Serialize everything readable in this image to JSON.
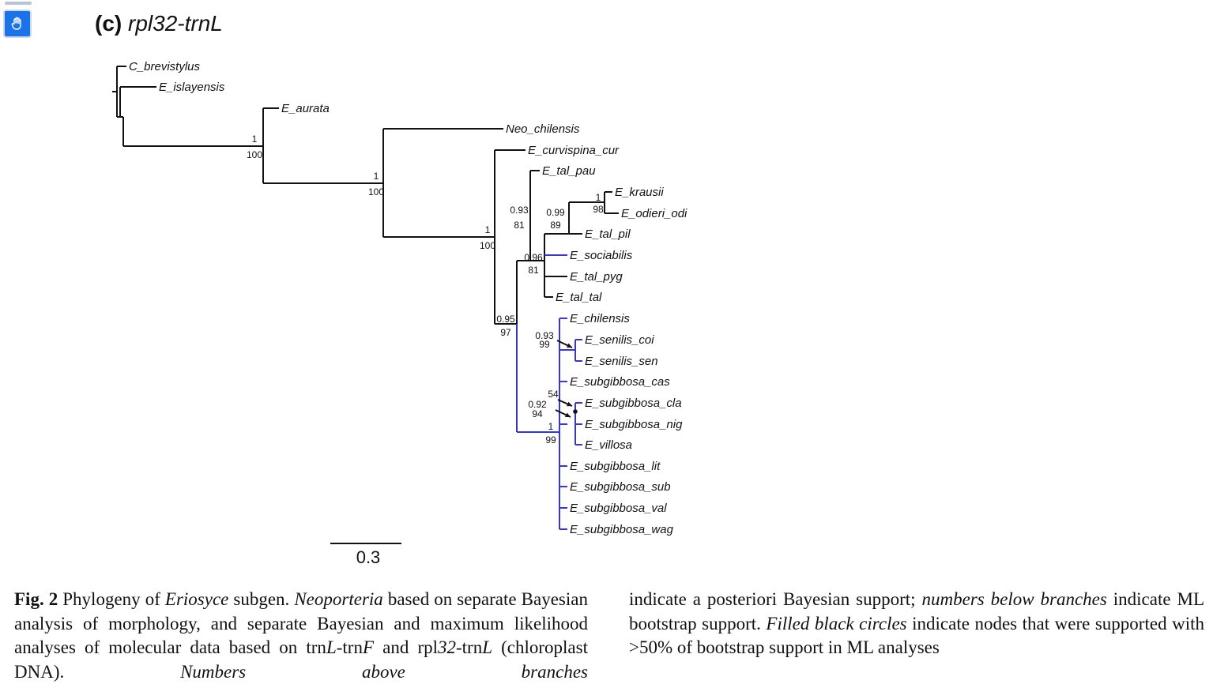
{
  "panel": {
    "label": "(c)",
    "marker": "rpl32-trnL"
  },
  "tree": {
    "taxa": [
      "C_brevistylus",
      "E_islayensis",
      "E_aurata",
      "Neo_chilensis",
      "E_curvispina_cur",
      "E_tal_pau",
      "E_krausii",
      "E_odieri_odi",
      "E_tal_pil",
      "E_sociabilis",
      "E_tal_pyg",
      "E_tal_tal",
      "E_chilensis",
      "E_senilis_coi",
      "E_senilis_sen",
      "E_subgibbosa_cas",
      "E_subgibbosa_cla",
      "E_subgibbosa_nig",
      "E_villosa",
      "E_subgibbosa_lit",
      "E_subgibbosa_sub",
      "E_subgibbosa_val",
      "E_subgibbosa_wag"
    ],
    "support": [
      {
        "above": "1",
        "below": "100"
      },
      {
        "above": "1",
        "below": "100"
      },
      {
        "above": "1",
        "below": "100"
      },
      {
        "above": "0.95",
        "below": "97"
      },
      {
        "above": "0.93",
        "below": "81"
      },
      {
        "above": "0.96",
        "below": "81"
      },
      {
        "above": "0.99",
        "below": "89"
      },
      {
        "above": "1",
        "below": "98"
      },
      {
        "above": "1",
        "below": "99"
      },
      {
        "above": "0.93",
        "below": "99"
      },
      {
        "above": "0.92",
        "below": "94"
      },
      {
        "above": "54",
        "below": ""
      }
    ],
    "scale_bar": "0.3",
    "colors": {
      "branch": "#111111",
      "highlight": "#3535d8"
    }
  },
  "caption": {
    "fig_label": "Fig. 2",
    "segments": [
      {
        "t": "Phylogeny of ",
        "s": "n"
      },
      {
        "t": "Eriosyce",
        "s": "i"
      },
      {
        "t": " subgen. ",
        "s": "n"
      },
      {
        "t": "Neoporteria",
        "s": "i"
      },
      {
        "t": " based on separate Bayesian analysis of morphology, and separate Bayesian and maximum likelihood analyses of molecular data based on trn",
        "s": "n"
      },
      {
        "t": "L",
        "s": "i"
      },
      {
        "t": "-trn",
        "s": "n"
      },
      {
        "t": "F",
        "s": "i"
      },
      {
        "t": " and rpl",
        "s": "n"
      },
      {
        "t": "32",
        "s": "i"
      },
      {
        "t": "-trn",
        "s": "n"
      },
      {
        "t": "L",
        "s": "i"
      },
      {
        "t": " (chloroplast DNA). ",
        "s": "n"
      },
      {
        "t": "Numbers above branches",
        "s": "i"
      },
      {
        "t": " indicate a posteriori Bayesian support; ",
        "s": "n"
      },
      {
        "t": "numbers below branches",
        "s": "i"
      },
      {
        "t": " indicate ML bootstrap support. ",
        "s": "n"
      },
      {
        "t": "Filled black circles",
        "s": "i"
      },
      {
        "t": " indicate nodes that were supported with >50% of bootstrap support in ML analyses",
        "s": "n"
      }
    ]
  }
}
